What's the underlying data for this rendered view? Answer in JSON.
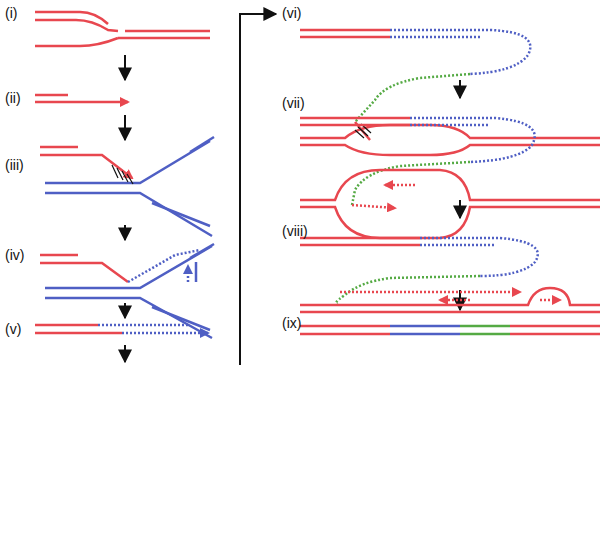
{
  "diagram": {
    "labels": [
      "(i)",
      "(ii)",
      "(iii)",
      "(iv)",
      "(v)",
      "(vi)",
      "(vii)",
      "(viii)",
      "(ix)"
    ]
  }
}
